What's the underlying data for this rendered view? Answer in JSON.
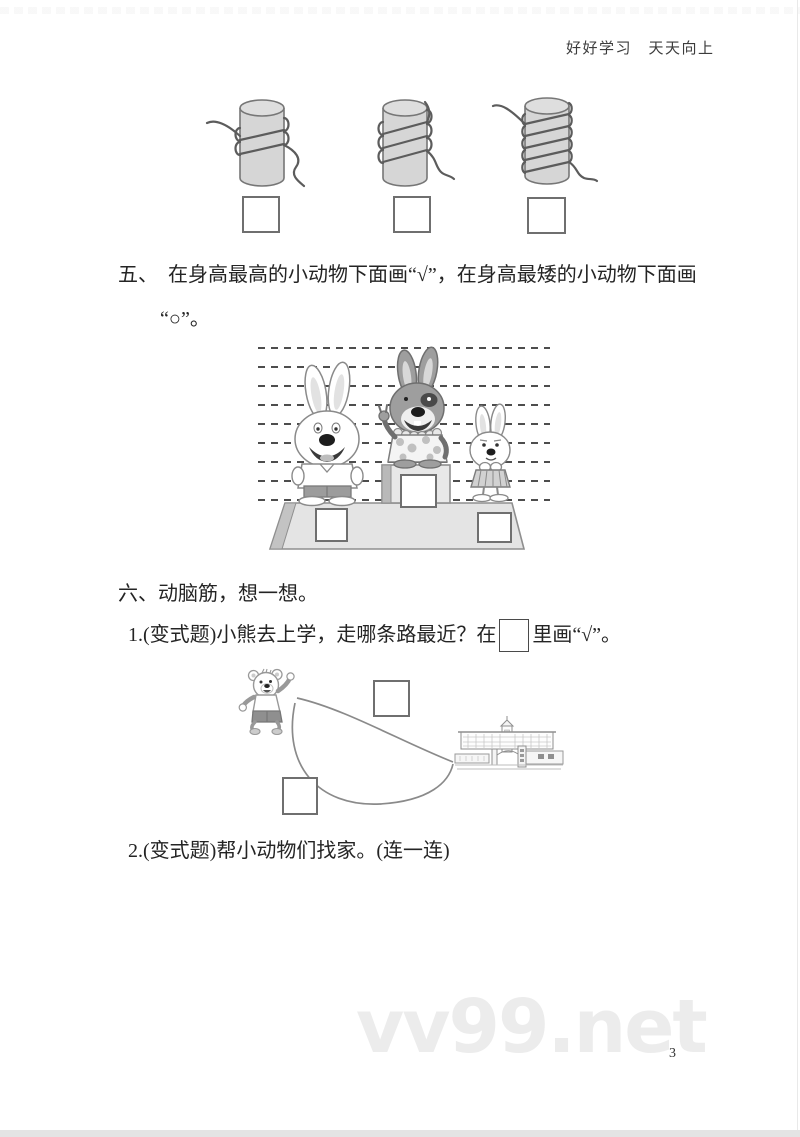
{
  "header": {
    "motto": "好好学习　天天向上"
  },
  "footer": {
    "watermark": "vv99.net",
    "page_number": "3"
  },
  "spool_question": {
    "spools": [
      {
        "name": "spool-left",
        "wraps": 2
      },
      {
        "name": "spool-middle",
        "wraps": 3
      },
      {
        "name": "spool-right",
        "wraps": 5
      }
    ]
  },
  "question5": {
    "line1": "五、　在身高最高的小动物下面画“√”，在身高最矮的小动物下面画",
    "line2": "“○”。"
  },
  "question6": {
    "title": "六、动脑筋，想一想。",
    "sub1": {
      "before_box": "1.(变式题)小熊去上学，走哪条路最近？在",
      "after_box": "里画“√”。"
    },
    "sub2": {
      "text": "2.(变式题)帮小动物们找家。(连一连)"
    }
  }
}
